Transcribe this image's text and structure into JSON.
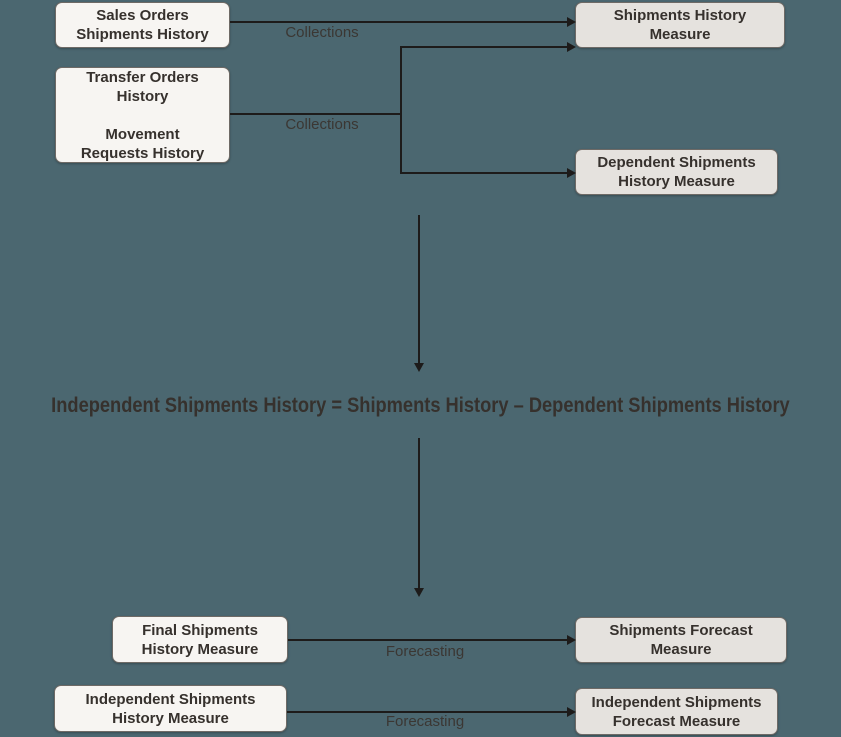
{
  "colors": {
    "background": "#4b6770",
    "left_box_fill": "#f7f5f2",
    "right_box_fill": "#e5e2de",
    "line": "#1d1b1a",
    "text": "#36312d"
  },
  "boxes": {
    "sales_orders": "Sales Orders\nShipments History",
    "transfer_orders": "Transfer Orders\nHistory\n\nMovement\nRequests History",
    "shipments_history_measure": "Shipments History\nMeasure",
    "dependent_shipments_history_measure": "Dependent Shipments\nHistory Measure",
    "final_shipments_history_measure": "Final Shipments\nHistory Measure",
    "shipments_forecast_measure": "Shipments Forecast\nMeasure",
    "independent_shipments_history_measure": "Independent Shipments\nHistory Measure",
    "independent_shipments_forecast_measure": "Independent Shipments\nForecast Measure"
  },
  "edge_labels": {
    "collections_1": "Collections",
    "collections_2": "Collections",
    "forecasting_1": "Forecasting",
    "forecasting_2": "Forecasting"
  },
  "formula": "Independent Shipments History = Shipments History – Dependent Shipments History"
}
